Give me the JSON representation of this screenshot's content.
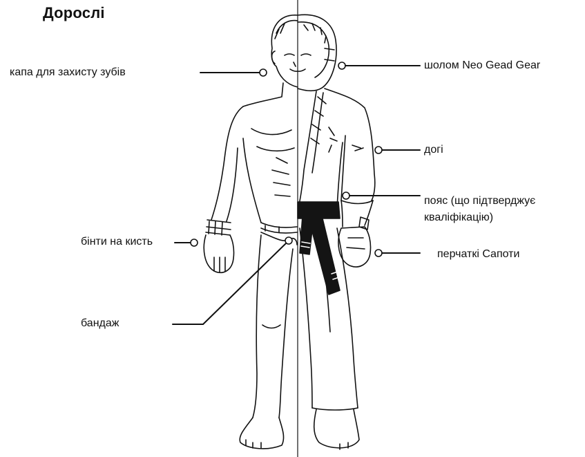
{
  "title": "Дорослі",
  "labels": {
    "mouthguard": "капа для захисту зубів",
    "helmet": "шолом Neo Gead Gear",
    "dogi": "догі",
    "belt_line1": "пояс (що підтверджує",
    "belt_line2": "кваліфікацію)",
    "hand_wraps": "бінти на кисть",
    "gloves": "перчаткі Сапоти",
    "groin_guard": "бандаж"
  },
  "colors": {
    "ink": "#111111",
    "background": "#ffffff",
    "belt": "#141414"
  }
}
